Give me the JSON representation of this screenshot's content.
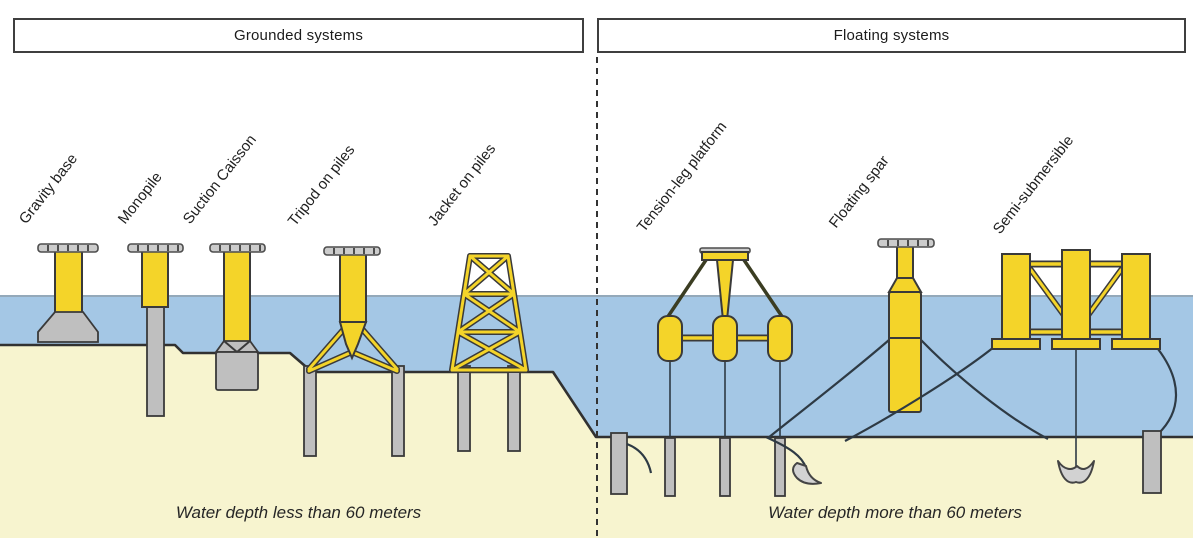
{
  "sections": {
    "grounded": {
      "header": "Grounded systems",
      "caption": "Water depth less than 60 meters",
      "labels": [
        "Gravity base",
        "Monopile",
        "Suction Caisson",
        "Tripod on piles",
        "Jacket on piles"
      ]
    },
    "floating": {
      "header": "Floating systems",
      "caption": "Water depth more than 60 meters",
      "labels": [
        "Tension-leg platform",
        "Floating spar",
        "Semi-submersible"
      ]
    }
  },
  "palette": {
    "water": "#a4c7e5",
    "sand": "#f7f4cf",
    "structure_yellow": "#f4d429",
    "structure_gray": "#bfbfbf",
    "outline": "#3a3a3a"
  }
}
